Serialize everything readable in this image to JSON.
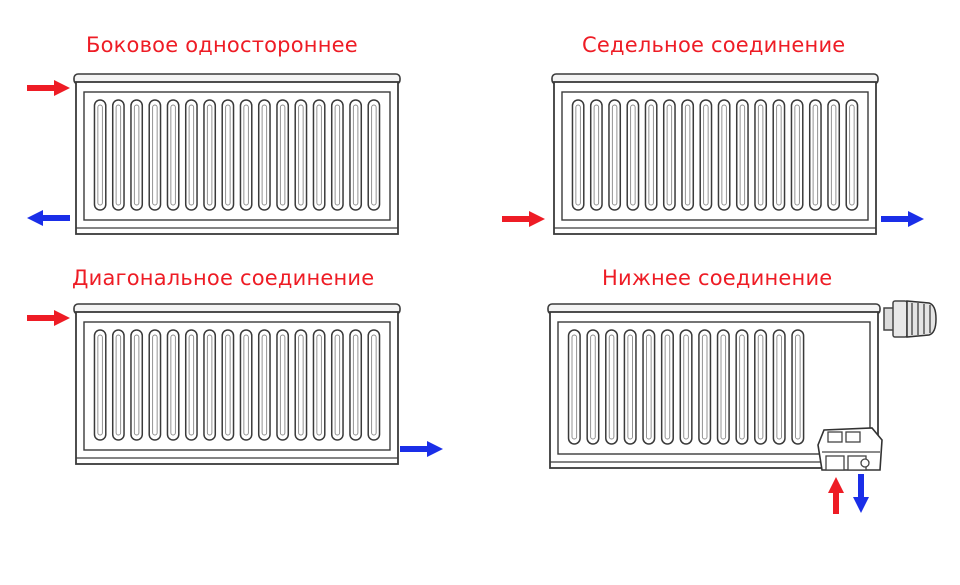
{
  "colors": {
    "title": "#ee1c25",
    "supply_arrow": "#ee1c25",
    "return_arrow": "#1a2ee8",
    "outline": "#3a3a3a",
    "valve": "#555555"
  },
  "panels": [
    {
      "title": "Боковое одностороннее",
      "supply": "left-top",
      "return": "left-bottom"
    },
    {
      "title": "Седельное соединение",
      "supply": "left-bottom",
      "return": "right-bottom"
    },
    {
      "title": "Диагональное соединение",
      "supply": "left-top",
      "return": "right-bottom"
    },
    {
      "title": "Нижнее соединение",
      "supply": "bottom-up",
      "return": "bottom-down",
      "icons": [
        "thermostatic-valve-icon",
        "bottom-connection-valve-icon"
      ]
    }
  ]
}
